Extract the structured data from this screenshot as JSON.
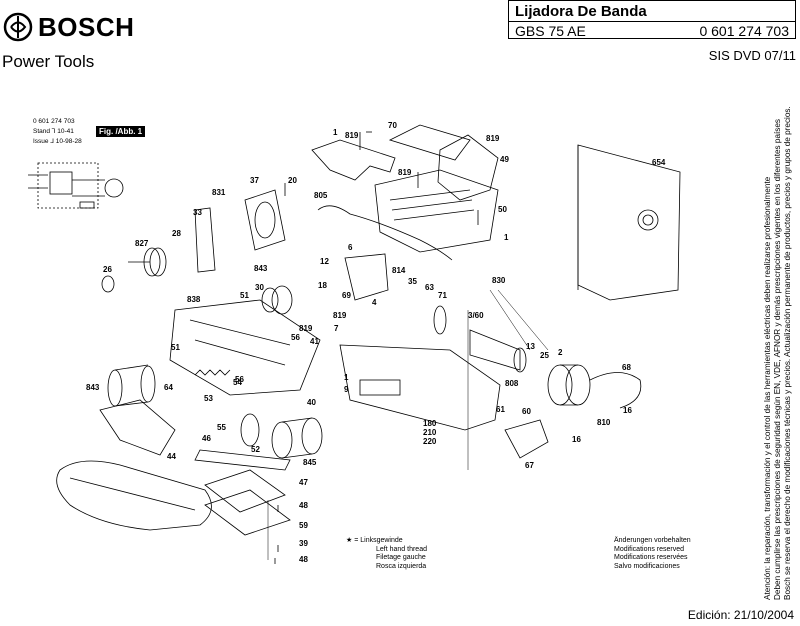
{
  "brand": {
    "name": "BOSCH",
    "subtitle": "Power Tools"
  },
  "title": {
    "name": "Lijadora De Banda",
    "model": "GBS 75 AE",
    "part_number": "0 601 274 703"
  },
  "sis": "SIS DVD 07/11",
  "edition": "Edición: 21/10/2004",
  "meta": {
    "number": "0 601 274 703",
    "stand": "Stand ⅂ 10-41",
    "issue": "Issue ⅃ 10-98-28",
    "figure": "Fig. /Abb. 1"
  },
  "legend": {
    "symbol": "★ = Linksgewinde",
    "lines": [
      "Left hand thread",
      "Filetage gauche",
      "Rosca izquierda"
    ]
  },
  "rights": [
    "Änderungen vorbehalten",
    "Modifications reserved",
    "Modifications reservées",
    "Salvo modificaciones"
  ],
  "vertical_notes": [
    "Atención: la reparación, transformación y el control de las herramientas eléctricas deben realizarse profesionalmente",
    "Deben cumplirse las prescripciones de seguridad según EN, VDE, AFNOR y demás prescripciones vigentes en los diferentes países",
    "Bosch se reserva el derecho de modificaciones técnicas y precios. Actualización permanente de productos, precios y grupos de precios."
  ],
  "parts": {
    "p1": "1",
    "p819": "819",
    "p70": "70",
    "p49": "49",
    "p654": "654",
    "p37": "37",
    "p20": "20",
    "p805": "805",
    "p831": "831",
    "p33": "33",
    "p28": "28",
    "p827": "827",
    "p26": "26",
    "p50": "50",
    "p6": "6",
    "p843": "843",
    "p12": "12",
    "p18": "18",
    "p814": "814",
    "p35": "35",
    "p830": "830",
    "p838": "838",
    "p51": "51",
    "p30": "30",
    "p69": "69",
    "p4": "4",
    "p63": "63",
    "p71": "71",
    "p3_60": "3/60",
    "p7": "7",
    "p56": "56",
    "p41": "41",
    "p13": "13",
    "p25": "25",
    "p2": "2",
    "p68": "68",
    "p64": "64",
    "p9": "9",
    "p808": "808",
    "p54": "54",
    "p53": "53",
    "p40": "40",
    "p55": "55",
    "p46": "46",
    "p52": "52",
    "p180": "180",
    "p210": "210",
    "p220": "220",
    "p61": "61",
    "p60": "60",
    "p810": "810",
    "p16": "16",
    "p67": "67",
    "p44": "44",
    "p845": "845",
    "p47": "47",
    "p48": "48",
    "p59": "59",
    "p39": "39"
  }
}
